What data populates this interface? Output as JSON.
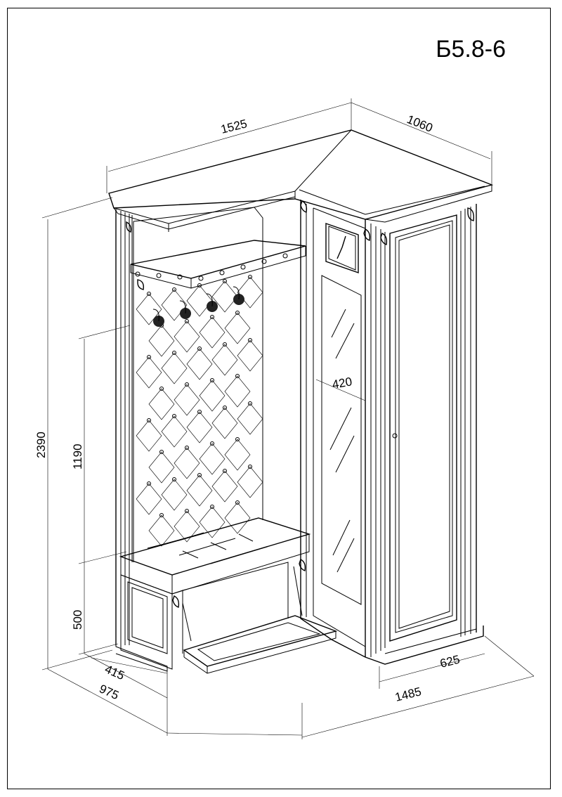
{
  "title": "Б5.8-6",
  "dimensions": {
    "top_width": "1525",
    "top_depth": "1060",
    "height_total": "2390",
    "panel_height": "1190",
    "seat_height": "500",
    "mirror_width": "420",
    "bottom_depth_left": "415",
    "bottom_depth_right": "625",
    "bottom_width_left": "975",
    "bottom_width_total": "1485"
  }
}
